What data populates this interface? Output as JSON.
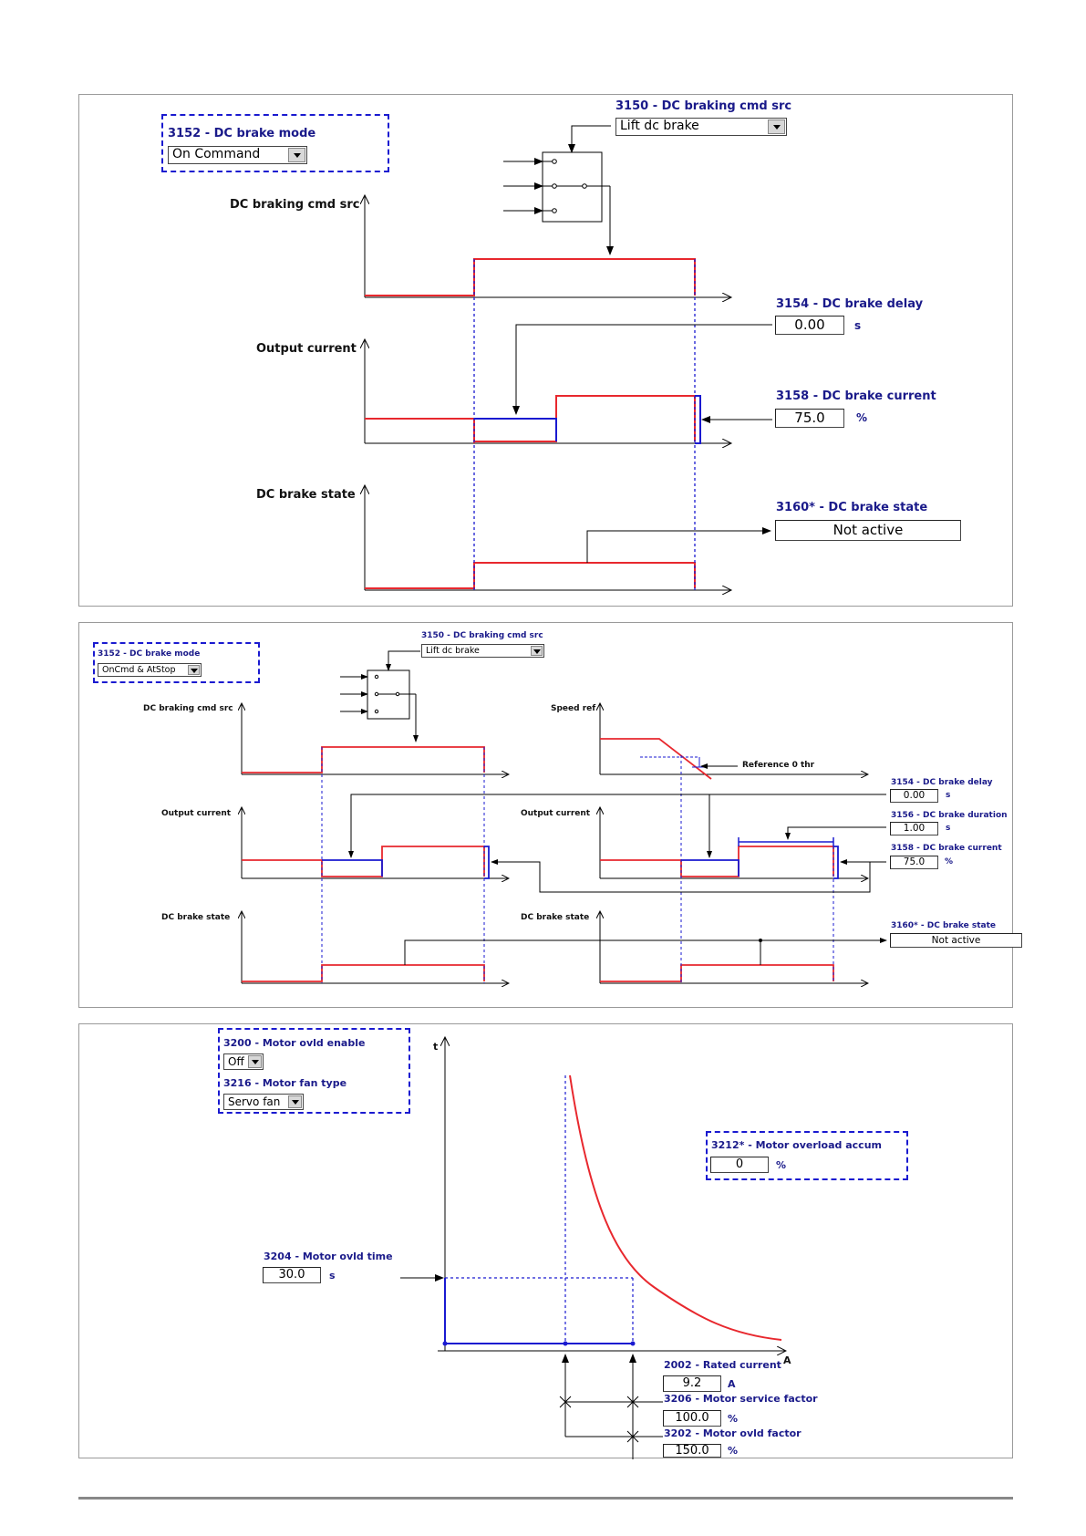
{
  "panel1": {
    "brake_mode_label": "3152 - DC brake mode",
    "brake_mode_value": "On Command",
    "cmd_src_label": "3150 - DC braking cmd src",
    "cmd_src_value": "Lift dc brake",
    "axis_cmd": "DC braking cmd src",
    "axis_current": "Output current",
    "axis_state": "DC brake state",
    "delay_label": "3154 - DC brake delay",
    "delay_value": "0.00",
    "delay_unit": "s",
    "current_label": "3158 - DC brake current",
    "current_value": "75.0",
    "current_unit": "%",
    "state_label": "3160* - DC brake state",
    "state_value": "Not active"
  },
  "panel2": {
    "brake_mode_label": "3152 - DC brake mode",
    "brake_mode_value": "OnCmd & AtStop",
    "cmd_src_label": "3150 - DC braking cmd src",
    "cmd_src_value": "Lift dc brake",
    "axis_cmd": "DC braking cmd src",
    "axis_speed": "Speed ref",
    "axis_current_left": "Output current",
    "axis_current_right": "Output current",
    "axis_state_left": "DC brake state",
    "axis_state_right": "DC brake state",
    "ref_thr": "Reference 0 thr",
    "delay_label": "3154 - DC brake delay",
    "delay_value": "0.00",
    "delay_unit": "s",
    "duration_label": "3156 - DC brake duration",
    "duration_value": "1.00",
    "duration_unit": "s",
    "current_label": "3158 - DC brake current",
    "current_value": "75.0",
    "current_unit": "%",
    "state_label": "3160* - DC brake state",
    "state_value": "Not active"
  },
  "panel3": {
    "ovld_enable_label": "3200 - Motor ovld enable",
    "ovld_enable_value": "Off",
    "fan_type_label": "3216 - Motor fan type",
    "fan_type_value": "Servo fan",
    "axis_t": "t",
    "axis_a": "A",
    "accum_label": "3212* - Motor overload accum",
    "accum_value": "0",
    "accum_unit": "%",
    "ovld_time_label": "3204 - Motor ovld time",
    "ovld_time_value": "30.0",
    "ovld_time_unit": "s",
    "rated_current_label": "2002 - Rated current",
    "rated_current_value": "9.2",
    "rated_current_unit": "A",
    "service_factor_label": "3206 - Motor service factor",
    "service_factor_value": "100.0",
    "service_factor_unit": "%",
    "ovld_factor_label": "3202 - Motor ovld factor",
    "ovld_factor_value": "150.0",
    "ovld_factor_unit": "%"
  },
  "colors": {
    "signal": "#e8282e",
    "dc": "#1a1ad0",
    "label": "#1a1a8a"
  }
}
